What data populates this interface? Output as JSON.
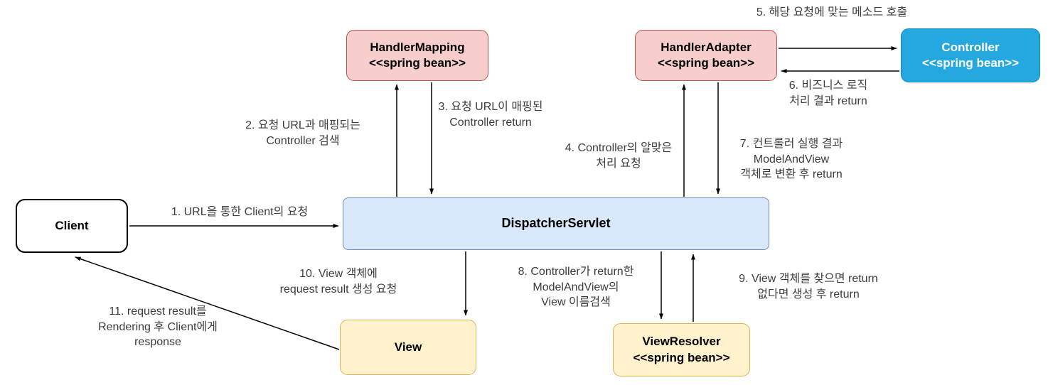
{
  "nodes": {
    "handler_mapping": {
      "title": "HandlerMapping",
      "subtitle": "<<spring bean>>"
    },
    "handler_adapter": {
      "title": "HandlerAdapter",
      "subtitle": "<<spring bean>>"
    },
    "controller": {
      "title": "Controller",
      "subtitle": "<<spring bean>>"
    },
    "client": {
      "title": "Client"
    },
    "dispatcher_servlet": {
      "title": "DispatcherServlet"
    },
    "view": {
      "title": "View"
    },
    "view_resolver": {
      "title": "ViewResolver",
      "subtitle": "<<spring bean>>"
    }
  },
  "labels": {
    "step1": "1. URL을 통한 Client의 요청",
    "step2": "2. 요청 URL과 매핑되는\nController 검색",
    "step3": "3. 요청 URL이 매핑된\nController return",
    "step4": "4. Controller의 알맞은\n처리 요청",
    "step5": "5. 해당 요청에 맞는 메소드 호출",
    "step6": "6. 비즈니스 로직\n처리 결과 return",
    "step7": "7. 컨트롤러 실행 결과\nModelAndView\n객체로 변환 후 return",
    "step8": "8. Controller가 return한\nModelAndView의\nView 이름검색",
    "step9": "9. View 객체를 찾으면 return\n없다면 생성 후 return",
    "step10": "10. View 객체에\nrequest result 생성 요청",
    "step11": "11. request result를\nRendering 후 Client에게\nresponse"
  },
  "colors": {
    "spring_bean_fill": "#f8cecc",
    "spring_bean_border": "#b85450",
    "controller_fill": "#25a7e0",
    "dispatcher_fill": "#dae8fc",
    "dispatcher_border": "#6c8ebf",
    "view_fill": "#fff2cc",
    "view_border": "#d6b656",
    "arrow_color": "#000000"
  }
}
